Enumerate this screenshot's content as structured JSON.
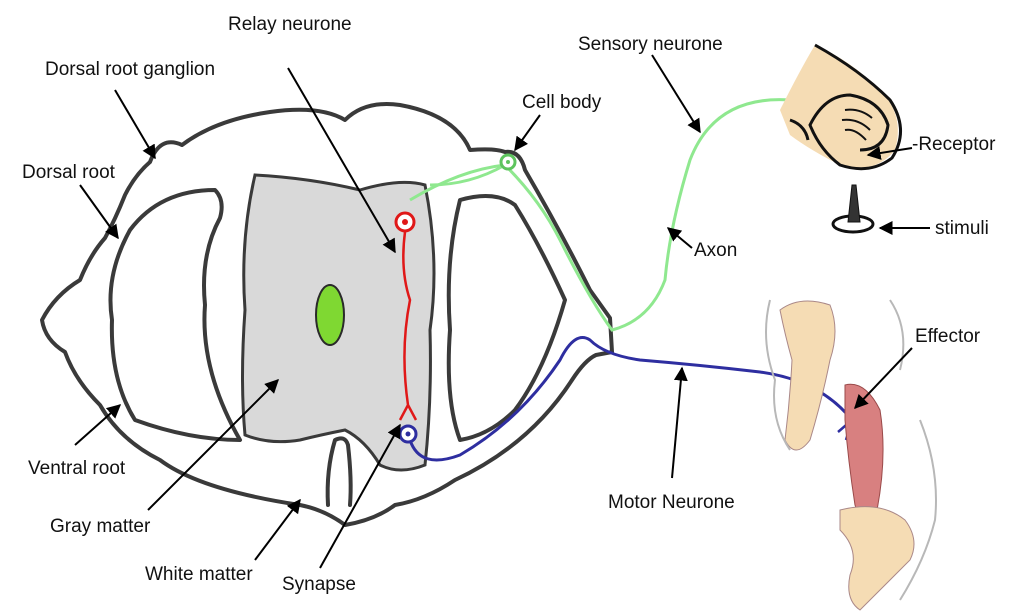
{
  "labels": {
    "relay_neurone": "Relay neurone",
    "dorsal_root_ganglion": "Dorsal root ganglion",
    "sensory_neurone": "Sensory neurone",
    "cell_body": "Cell body",
    "dorsal_root": "Dorsal root",
    "receptor": "-Receptor",
    "stimuli": "stimuli",
    "axon": "Axon",
    "effector": "Effector",
    "ventral_root": "Ventral root",
    "motor_neurone": "Motor Neurone",
    "gray_matter": "Gray matter",
    "white_matter": "White matter",
    "synapse": "Synapse"
  },
  "colors": {
    "sensory": "#8fe88f",
    "relay": "#e01818",
    "motor": "#2e2ea0",
    "gray_matter": "#d9d9d9",
    "central_canal": "#7fd832",
    "skin": "#f5dcb4",
    "muscle": "#d88080"
  }
}
